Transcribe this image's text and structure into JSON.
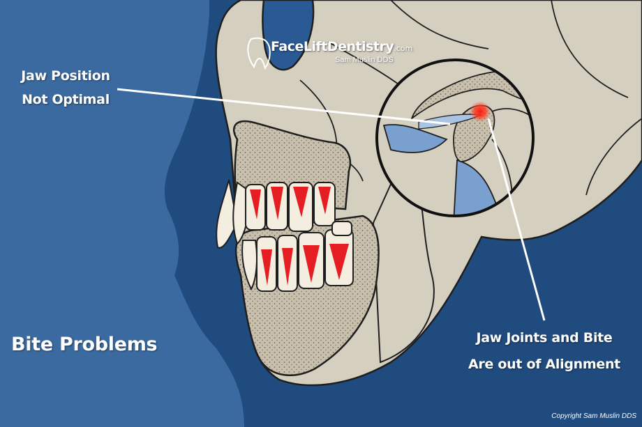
{
  "labels": {
    "jaw_position": [
      "Jaw Position",
      "Not Optimal"
    ],
    "jaw_joints": [
      "Jaw Joints and Bite",
      "Are out of Alignment"
    ],
    "bite_problems": "Bite Problems"
  },
  "logo": {
    "name": "FaceLiftDentistry",
    "suffix": ".com",
    "tagline": "Sam Muslin DDS",
    "icon": "tooth-icon"
  },
  "copyright": "Copyright Sam Muslin DDS",
  "colors": {
    "background": "#3a6aa0",
    "face_shadow": "#1f4b7e",
    "bone": "#d5cfc0",
    "bone_texture": "#bbb3a3",
    "tooth": "#f3eedf",
    "pulp": "#e41e22",
    "joint_gap": "#7aa0cf",
    "inflammation": "#ff2a1a",
    "label_text": "#ffffff"
  }
}
